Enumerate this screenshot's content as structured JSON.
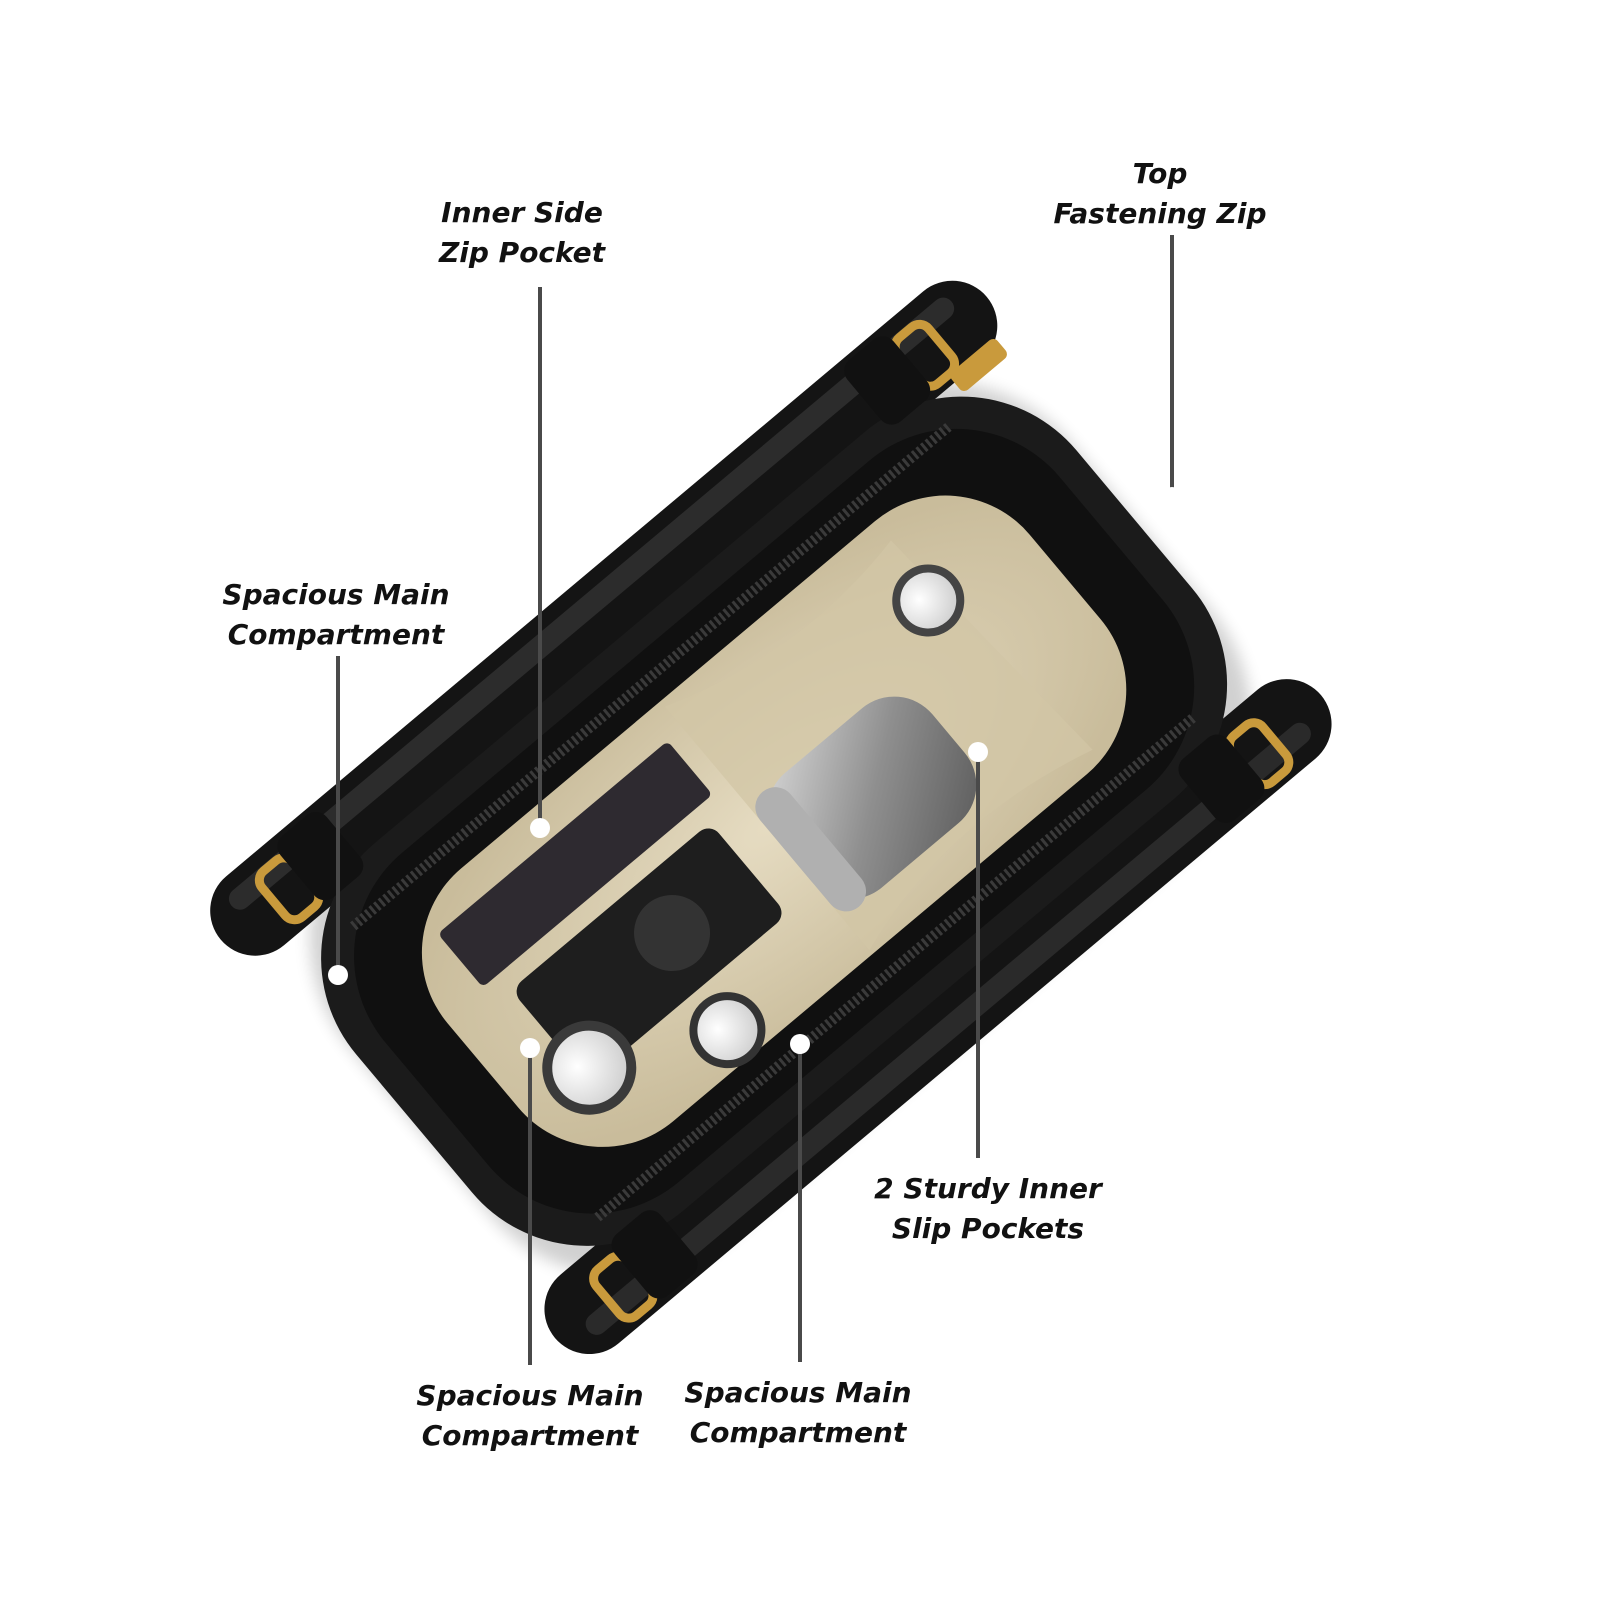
{
  "callouts": [
    {
      "id": "inner-side-zip-pocket",
      "line1": "Inner Side",
      "line2": "Zip Pocket"
    },
    {
      "id": "top-fastening-zip",
      "line1": "Top",
      "line2": "Fastening Zip"
    },
    {
      "id": "spacious-main-left",
      "line1": "Spacious Main",
      "line2": "Compartment"
    },
    {
      "id": "sturdy-inner-slip-pockets",
      "line1": "2 Sturdy Inner",
      "line2": "Slip Pockets"
    },
    {
      "id": "spacious-main-bottom-left",
      "line1": "Spacious Main",
      "line2": "Compartment"
    },
    {
      "id": "spacious-main-bottom-right",
      "line1": "Spacious Main",
      "line2": "Compartment"
    }
  ],
  "colors": {
    "leather": "#1b1b1b",
    "lining": "#d8cdb0",
    "gold_hardware": "#c99a3c",
    "callout_line": "#4a4a4a",
    "label_text": "#111111"
  }
}
